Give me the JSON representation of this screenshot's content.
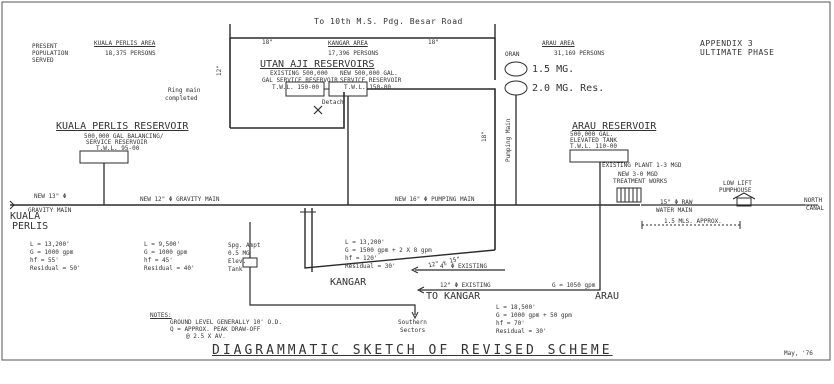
{
  "top_road": "To 10th M.S. Pdg. Besar Road",
  "appendix": {
    "line1": "APPENDIX 3",
    "line2": "ULTIMATE PHASE"
  },
  "present_population": {
    "line1": "PRESENT",
    "line2": "POPULATION",
    "line3": "SERVED"
  },
  "areas": {
    "kuala_perlis": {
      "title": "KUALA PERLIS AREA",
      "persons": "18,375 PERSONS"
    },
    "kangar": {
      "title": "KANGAR AREA",
      "persons": "17,396 PERSONS"
    },
    "arau": {
      "title": "ARAU AREA",
      "persons": "31,169 PERSONS"
    }
  },
  "utan_aji": {
    "title": "UTAN AJI RESERVOIRS",
    "existing": [
      "EXISTING 500,000",
      "GAL SERVICE RESERVOIR",
      "T.W.L. 150-00"
    ],
    "new": [
      "NEW 500,000 GAL.",
      "SERVICE RESERVOIR",
      "T.W.L. 150-00"
    ]
  },
  "pipe_sizes": {
    "top_left": "18\"",
    "top_right": "18\"",
    "left_vertical": "12\""
  },
  "ring_main": {
    "line1": "Ring main",
    "line2": "completed"
  },
  "detach": "Detach",
  "oran": {
    "label": "ORAN",
    "tank1": "1.5 MG.",
    "tank2": "2.0 MG. Res."
  },
  "pumping_main_vertical": "Pumping Main",
  "main_18": "18\"",
  "kuala_perlis_reservoir": {
    "title": "KUALA PERLIS RESERVOIR",
    "desc": [
      "500,000 GAL BALANCING/",
      "SERVICE RESERVOIR",
      "T.W.L. 95-00"
    ]
  },
  "arau_reservoir": {
    "title": "ARAU RESERVOIR",
    "desc": [
      "500,000 GAL.",
      "ELEVATED TANK",
      "T.W.L. 110-00"
    ]
  },
  "plant": {
    "existing": "EXISTING PLANT 1-3 MGD",
    "new_line1": "NEW 3-0 MGD",
    "new_line2": "TREATMENT WORKS"
  },
  "low_lift": {
    "line1": "LOW LIFT",
    "line2": "PUMPHOUSE"
  },
  "north_canal": {
    "line1": "NORTH",
    "line2": "CANAL"
  },
  "raw_water": {
    "line1": "15\" Φ RAW",
    "line2": "WATER MAIN"
  },
  "distance": "1.5 MLS. APPROX.",
  "gravity_main_left": {
    "line1": "NEW 13\" Φ",
    "line2": "GRAVITY MAIN"
  },
  "gravity_main_right": "NEW 12\" Φ GRAVITY MAIN",
  "pumping_main_new": "NEW 16\" Φ PUMPING MAIN",
  "kuala_perlis_town": {
    "line1": "KUALA",
    "line2": "PERLIS"
  },
  "kp_stats": [
    "L = 13,200'",
    "G = 1000 gpm",
    "hf = 55'",
    "Residual = 50'"
  ],
  "mid_stats": [
    "L = 9,500'",
    "G = 1000 gpm",
    "hf = 45'",
    "Residual = 40'"
  ],
  "kangar_stats": [
    "L = 13,200'",
    "G = 1500 gpm + 2 X 8 gpm",
    "hf = 120'",
    "Residual = 30'"
  ],
  "arau_stats": [
    "L = 18,500'",
    "G = 1000 gpm + 50 gpm",
    "hf = 70'",
    "Residual = 30'"
  ],
  "elev_tank": [
    "Spg. Ampt",
    "0.5 MG",
    "Elev.",
    "Tank"
  ],
  "pipe_12x15": "12\" + 15\"",
  "pipe_4_existing": "4\" Φ EXISTING",
  "pipe_12_existing": "12\" Φ EXISTING",
  "flow_1050": "G = 1050 gpm",
  "kangar_town": "KANGAR",
  "to_kangar": "TO KANGAR",
  "arau_town": "ARAU",
  "southern_sectors": {
    "line1": "Southern",
    "line2": "Sectors"
  },
  "notes": {
    "heading": "NOTES:",
    "line1": "GROUND LEVEL GENERALLY 10' O.D.",
    "line2": "Q = APPROX. PEAK DRAW-OFF",
    "line3": "@ 2.5 X AV."
  },
  "title": "DIAGRAMMATIC SKETCH OF REVISED SCHEME",
  "date": "May, '76"
}
